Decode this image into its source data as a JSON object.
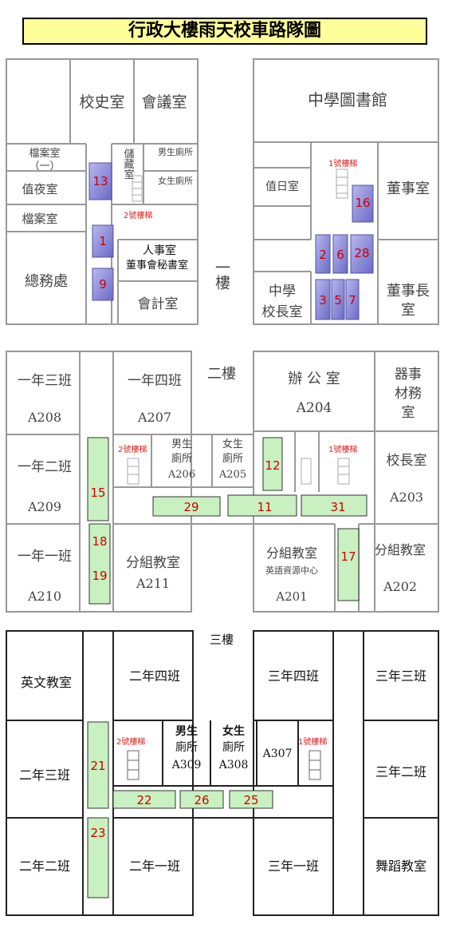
{
  "title": "行政大樓雨天校車路隊圖",
  "floors": {
    "f1": "一樓",
    "f2": "二樓",
    "f3": "三樓"
  },
  "rooms_1f": {
    "history": "校史室",
    "meeting": "會議室",
    "archive1a": "檔案室",
    "archive1b": "（一）",
    "storage": "儲藏室",
    "boys": "男生廁所",
    "girls": "女生廁所",
    "night": "值夜室",
    "archive": "檔案室",
    "general": "總務處",
    "personnel1": "人事室",
    "personnel2": "董事會秘書室",
    "accounting": "會計室",
    "library": "中學圖書館",
    "duty": "值日室",
    "board": "董事室",
    "principal_a": "中學",
    "principal_b": "校長室",
    "chairman_a": "董事長",
    "chairman_b": "室"
  },
  "rooms_2f": {
    "c13": "一年三班",
    "a208": "A208",
    "c14": "一年四班",
    "a207": "A207",
    "office": "辦 公 室",
    "a204": "A204",
    "equip1": "器事",
    "equip2": "材務",
    "equip3": "室",
    "c12": "一年二班",
    "a209": "A209",
    "boys": "男生",
    "boys2": "廁所",
    "a206": "A206",
    "girls": "女生",
    "girls2": "廁所",
    "a205": "A205",
    "principal": "校長室",
    "a203": "A203",
    "c11": "一年一班",
    "a210": "A210",
    "group1": "分組教室",
    "a211": "A211",
    "group2": "分組教室",
    "english_center": "英語資源中心",
    "a201": "A201",
    "group3": "分組教室",
    "a202": "A202"
  },
  "rooms_3f": {
    "english": "英文教室",
    "c24": "二年四班",
    "c34": "三年四班",
    "c33": "三年三班",
    "c23": "二年三班",
    "boys": "男生",
    "boys2": "廁所",
    "a309": "A309",
    "girls": "女生",
    "girls2": "廁所",
    "a308": "A308",
    "a307": "A307",
    "c32": "三年二班",
    "c22": "二年二班",
    "c21": "二年一班",
    "c31": "三年一班",
    "dance": "舞蹈教室"
  },
  "stairs": {
    "s1": "1號樓梯",
    "s2": "2號樓梯"
  },
  "bus_lines": {
    "b13": "13",
    "b1": "1",
    "b9": "9",
    "b16": "16",
    "b2": "2",
    "b6": "6",
    "b28": "28",
    "b3": "3",
    "b5": "5",
    "b7": "7",
    "b15": "15",
    "b12": "12",
    "b29": "29",
    "b11": "11",
    "b31": "31",
    "b18": "18",
    "b19": "19",
    "b17": "17",
    "b21": "21",
    "b22": "22",
    "b26": "26",
    "b25": "25",
    "b23": "23"
  },
  "colors": {
    "title_bg": "#ffff99",
    "bus_1f": "#8080d0",
    "bus_2f3f": "#c8f0c0",
    "stair_label": "#e02020"
  }
}
